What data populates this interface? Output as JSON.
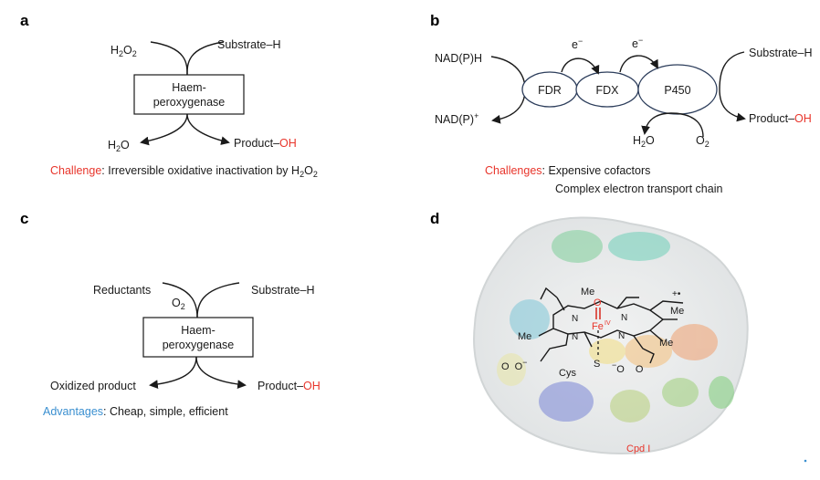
{
  "panels": {
    "a": {
      "letter": "a",
      "h2o2": "H2O2",
      "substrate": "Substrate–H",
      "box_line1": "Haem-",
      "box_line2": "peroxygenase",
      "water": "H2O",
      "product_prefix": "Product–",
      "product_oh": "OH",
      "challenge_label": "Challenge",
      "challenge_text": ": Irreversible oxidative inactivation by H2O2"
    },
    "b": {
      "letter": "b",
      "nadph": "NAD(P)H",
      "nadp": "NAD(P)+",
      "e1": "e−",
      "e2": "e−",
      "fdr": "FDR",
      "fdx": "FDX",
      "p450": "P450",
      "substrate": "Substrate–H",
      "product_prefix": "Product–",
      "product_oh": "OH",
      "water": "H2O",
      "o2": "O2",
      "challenges_label": "Challenges",
      "challenges_line1": ": Expensive cofactors",
      "challenges_line2": "Complex electron transport chain"
    },
    "c": {
      "letter": "c",
      "reductants": "Reductants",
      "o2": "O2",
      "substrate": "Substrate–H",
      "box_line1": "Haem-",
      "box_line2": "peroxygenase",
      "oxidized": "Oxidized product",
      "product_prefix": "Product–",
      "product_oh": "OH",
      "advantages_label": "Advantages",
      "advantages_text": ": Cheap, simple, efficient"
    },
    "d": {
      "letter": "d",
      "me1": "Me",
      "me2": "Me",
      "me3": "Me",
      "me4": "Me",
      "radical": "+•",
      "fe": "Fe",
      "fe_charge": "IV",
      "oxo": "O",
      "n": "N",
      "s": "S",
      "cys": "Cys",
      "carboxylate1": "O",
      "carboxylate2": "O",
      "minus": "−",
      "cpd": "Cpd I"
    }
  },
  "colors": {
    "accent_red": "#e8352b",
    "accent_blue": "#3a8fd0",
    "text": "#1a1a1a"
  }
}
